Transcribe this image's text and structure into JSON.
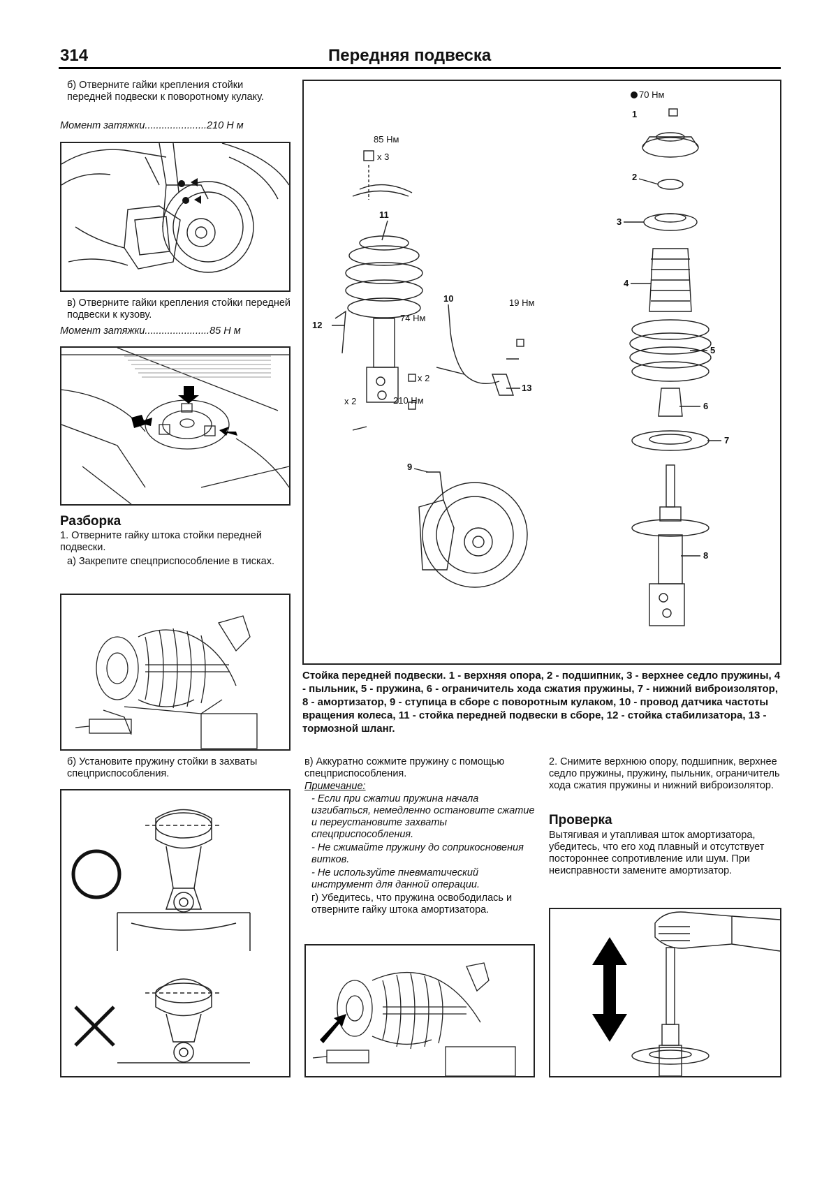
{
  "header": {
    "page_number": "314",
    "title": "Передняя подвеска"
  },
  "left": {
    "step_b_text": "б) Отверните гайки крепления стойки передней подвески к поворотному кулаку.",
    "step_b_torque_label": "Момент затяжки......................210 Н м",
    "step_v_text": "в) Отверните гайки крепления стойки передней подвески к кузову.",
    "step_v_torque_label": "Момент затяжки.......................85 Н м",
    "disassembly_heading": "Разборка",
    "disassembly_step1": "1. Отверните гайку штока стойки передней подвески.",
    "disassembly_step1a": "а) Закрепите спецприспособление в тисках.",
    "step_b2_text": "б) Установите пружину стойки в захваты спецприспособления."
  },
  "diagram": {
    "torque_85": "85 Нм",
    "torque_70": "70 Нм",
    "torque_74": "74 Нм",
    "torque_19": "19 Нм",
    "torque_210": "210 Нм",
    "x3": "x 3",
    "x2a": "x 2",
    "x2b": "x 2",
    "labels": [
      "1",
      "2",
      "3",
      "4",
      "5",
      "6",
      "7",
      "8",
      "9",
      "10",
      "11",
      "12",
      "13"
    ],
    "caption": "Стойка передней подвески. 1 - верхняя опора, 2 - подшипник, 3 - верхнее седло пружины, 4 - пыльник, 5 - пружина, 6 - ограничитель хода сжатия пружины, 7 - нижний виброизолятор, 8 - амортизатор, 9 - ступица в сборе с поворотным кулаком, 10 - провод датчика частоты вращения колеса, 11 - стойка передней подвески в сборе, 12 - стойка стабилизатора, 13 - тормозной шланг."
  },
  "middle": {
    "step_v2_text": "в) Аккуратно сожмите пружину с помощью спецприспособления.",
    "note_label": "Примечание:",
    "note_1": "- Если при сжатии пружина начала изгибаться, немедленно остановите сжатие и переустановите захваты спецприспособления.",
    "note_2": "- Не сжимайте пружину до соприкосновения витков.",
    "note_3": "- Не используйте пневматический инструмент для данной операции.",
    "step_g_text": "г) Убедитесь, что пружина освободилась и отверните гайку штока амортизатора."
  },
  "right": {
    "step2_text": "2. Снимите верхнюю опору, подшипник, верхнее седло пружины, пружину, пыльник, ограничитель хода сжатия пружины и нижний виброизолятор.",
    "check_heading": "Проверка",
    "check_text": "Вытягивая и утапливая шток амортизатора, убедитесь, что его ход плавный и отсутствует постороннее сопротивление или шум. При неисправности замените амортизатор."
  }
}
